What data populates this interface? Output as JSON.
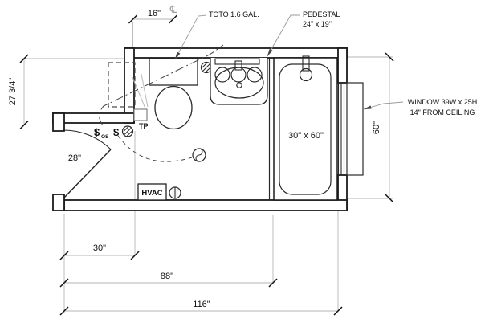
{
  "plan": {
    "dims": {
      "toilet_offset": "16\"",
      "alcove_depth": "27 3/4\"",
      "door_width": "28\"",
      "room_depth": "60\"",
      "entry_width": "30\"",
      "to_tub_wall": "88\"",
      "overall_width": "116\"",
      "tub_size": "30\" x 60\""
    },
    "labels": {
      "toilet": "TOTO 1.6 GAL.",
      "pedestal_line1": "PEDESTAL",
      "pedestal_line2": "24\" x 19\"",
      "window_line1": "WINDOW 39W x 25H",
      "window_line2": "14\" FROM CEILING",
      "hvac": "HVAC",
      "tp": "TP",
      "centerline_symbol": "℄",
      "switch_symbol": "$",
      "switch_os_suffix": "OS"
    },
    "colors": {
      "wall_line": "#1b1b1b",
      "dimension_line": "#b5b5b5",
      "leader_line": "#999999",
      "background": "#ffffff"
    }
  }
}
